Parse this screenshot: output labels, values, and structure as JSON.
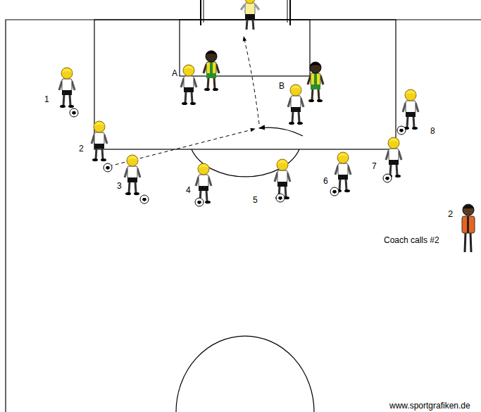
{
  "diagram": {
    "labels": [
      "A",
      "B",
      "1",
      "8",
      "2",
      "7",
      "3",
      "4",
      "5",
      "6",
      "2",
      "Coach calls #2",
      "www.sportgrafiken.de"
    ]
  }
}
